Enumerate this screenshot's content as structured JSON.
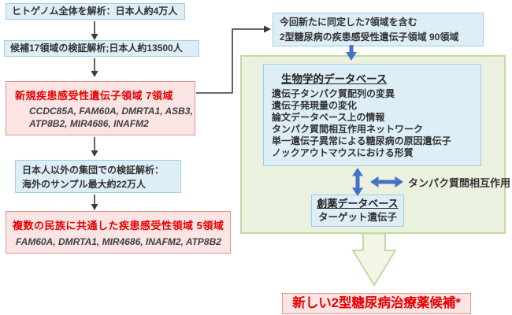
{
  "left_flow": {
    "box1": {
      "text": "ヒトゲノム全体を解析：日本人約4万人"
    },
    "box2": {
      "text": "候補17領域の検証解析;日本人約13500人"
    },
    "box3": {
      "title": "新規疾患感受性遺伝子領域 7領域",
      "genes_line1": "CCDC85A, FAM60A, DMRTA1, ASB3,",
      "genes_line2": "ATP8B2, MIR4686, INAFM2"
    },
    "box4": {
      "line1": "日本人以外の集団での検証解析：",
      "line2": "海外のサンプル最大約22万人"
    },
    "box5": {
      "title": "複数の民族に共通した疾患感受性領域 5領域",
      "genes": "FAM60A, DMRTA1, MIR4686, INAFM2, ATP8B2"
    }
  },
  "right_flow": {
    "top_box": {
      "line1": "今回新たに同定した7領域を含む",
      "line2": "2型糖尿病の疾患感受性遺伝子領域 90領域"
    },
    "bio_db": {
      "title": "生物学的データベース",
      "items": [
        "遺伝子タンパク質配列の変異",
        "遺伝子発現量の変化",
        "論文データベース上の情報",
        "タンパク質間相互作用ネットワーク",
        "単一遺伝子異常による糖尿病の原因遺伝子",
        "ノックアウトマウスにおける形質"
      ]
    },
    "ppi_label": "タンパク質間相互作用",
    "drug_db": {
      "title": "創薬データベース",
      "subtitle": "ターゲット遺伝子"
    },
    "result_box": {
      "text": "新しい2型糖尿病治療薬候補*"
    }
  },
  "colors": {
    "blue_box_fill": "#ddeef6",
    "blue_box_border": "#a5cde2",
    "pink_box_fill": "#fbe5e4",
    "pink_box_border": "#e2948c",
    "green_box_fill": "#ebf1df",
    "green_box_border": "#c5d9a0",
    "red_text": "#e60000",
    "arrow_blue": "#4472c4",
    "arrow_black": "#3a3a3a"
  }
}
